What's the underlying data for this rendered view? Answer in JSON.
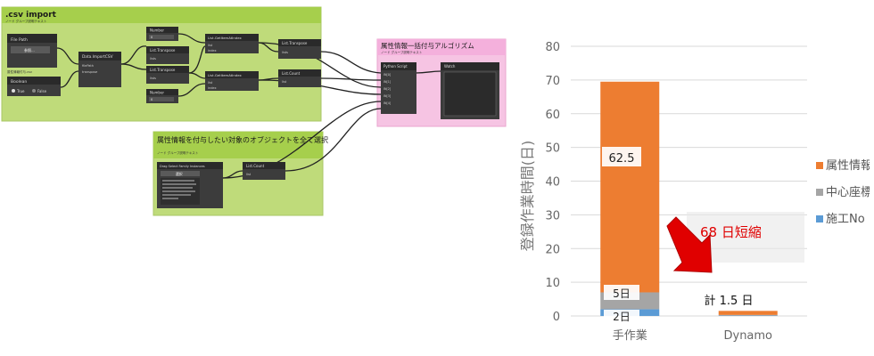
{
  "dynamo": {
    "group_csv": {
      "title": ".csv import",
      "subtitle": "ノード グループ説明テキスト"
    },
    "group_select": {
      "title": "属性情報を付与したい対象のオブジェクトを全て選択",
      "subtitle": "ノード グループ説明テキスト"
    },
    "group_algo": {
      "title": "属性情報一括付与アルゴリズム",
      "subtitle": "ノード グループ説明テキスト"
    },
    "nodes": {
      "file_path": {
        "title": "File Path",
        "button": "参照...",
        "note": "属性情報付与.csv"
      },
      "boolean": {
        "title": "Boolean",
        "true_label": "True",
        "false_label": "False"
      },
      "import_csv": {
        "title": "Data.ImportCSV",
        "port1": "filePath",
        "port2": "transpose"
      },
      "number1": {
        "title": "Number",
        "value": "0"
      },
      "number2": {
        "title": "Number",
        "value": "0"
      },
      "list_transpose1": {
        "title": "List.Transpose",
        "port1": "lists"
      },
      "list_transpose2": {
        "title": "List.Transpose",
        "port1": "lists"
      },
      "get_item1": {
        "title": "List.GetItemAtIndex",
        "port1": "list",
        "port2": "index"
      },
      "get_item2": {
        "title": "List.GetItemAtIndex",
        "port1": "list",
        "port2": "index"
      },
      "list_count1": {
        "title": "List.Count",
        "port1": "list"
      },
      "select_elements": {
        "title": "Drag Select Family Instances",
        "button": "選択"
      },
      "list_count2": {
        "title": "List.Count",
        "port1": "list"
      },
      "python": {
        "title": "Python Script",
        "ports": [
          "IN[0]",
          "IN[1]",
          "IN[2]",
          "IN[3]",
          "IN[4]"
        ]
      },
      "watch": {
        "title": "Watch"
      }
    }
  },
  "chart_data": {
    "type": "bar",
    "stacked": true,
    "categories": [
      "手作業",
      "Dynamo"
    ],
    "series": [
      {
        "name": "施工No",
        "color": "#5b9bd5",
        "values": [
          2,
          0.1
        ]
      },
      {
        "name": "中心座標",
        "color": "#a5a5a5",
        "values": [
          5,
          0.2
        ]
      },
      {
        "name": "属性情報",
        "color": "#ed7d31",
        "values": [
          62.5,
          1.2
        ]
      }
    ],
    "ylabel": "登録作業時間(日)",
    "ylim": [
      0,
      80
    ],
    "yticks": [
      0,
      10,
      20,
      30,
      40,
      50,
      60,
      70,
      80
    ],
    "grid": true,
    "legend_position": "right",
    "data_labels": {
      "manual_attr": "62.5",
      "manual_center": "5日",
      "manual_no": "2日",
      "dynamo_total": "計 1.5 日"
    },
    "annotation": "68 日短縮",
    "annotation_color": "#e00000",
    "arrow_color": "#e00000"
  }
}
